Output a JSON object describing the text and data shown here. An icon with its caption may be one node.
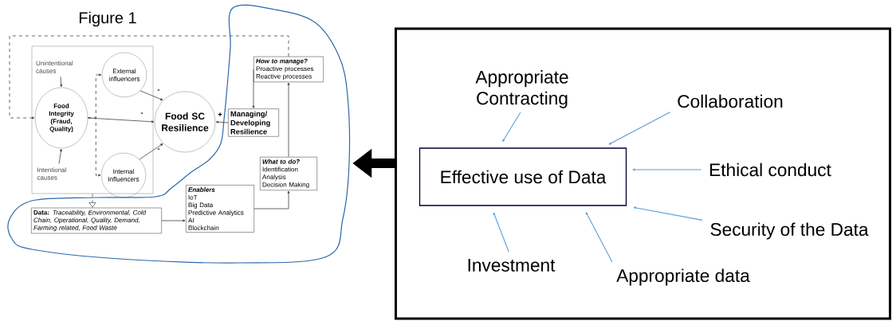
{
  "diagram": {
    "title": "Figure 1",
    "nodes": [
      {
        "text": [],
        "shape": "box"
      },
      {
        "text": [
          "Unintentional causes"
        ],
        "in": 0
      },
      {
        "text": [
          "External influencers"
        ],
        "in": 0
      },
      {
        "text": [
          "Food Integrity (Fraud, Quality)"
        ],
        "in": 0
      },
      {
        "text": [
          "Intentional causes"
        ],
        "in": 0
      },
      {
        "text": [
          "Internal Influencers"
        ],
        "in": 0
      },
      {
        "text": [
          "Food SC Resilience"
        ]
      },
      {
        "text": [
          "Managing/ Developing Resilience"
        ],
        "in": 13
      },
      {
        "text": [
          "How to manage?",
          "Proactive processes",
          "Reactive processes"
        ],
        "in": 13
      },
      {
        "text": [
          "What to do?",
          "Identification",
          "Analysis",
          "Decision Making"
        ],
        "in": 13
      },
      {
        "text": [
          "Enablers",
          "IoT",
          "Big Data",
          "Predictive Analytics",
          "AI",
          "Blockchain"
        ],
        "in": 13
      },
      {
        "text": [
          "**Data:** *Traceability, Environmental, Cold Chain, Operational, Quality, Demand, Farming related, Food Waste*"
        ],
        "in": 13
      },
      {
        "text": [],
        "shape": "box"
      },
      {
        "text": [],
        "shape": "outline"
      },
      {
        "text": [
          "Effective use of Data"
        ],
        "in": 12
      },
      {
        "text": [
          "Appropriate Contracting"
        ],
        "in": 12
      },
      {
        "text": [
          "Collaboration"
        ],
        "in": 12
      },
      {
        "text": [
          "Ethical conduct"
        ],
        "in": 12
      },
      {
        "text": [
          "Security of the Data"
        ],
        "in": 12
      },
      {
        "text": [
          "Appropriate data"
        ],
        "in": 12
      },
      {
        "text": [
          "Investment"
        ],
        "in": 12
      }
    ],
    "edges": [
      {
        "from": 1,
        "to": 3,
        "arrow": "to"
      },
      {
        "from": 4,
        "to": 3,
        "arrow": "to"
      },
      {
        "from": 3,
        "to": 2,
        "arrow": "to",
        "style": "dashed"
      },
      {
        "from": 3,
        "to": 5,
        "arrow": "to",
        "style": "dashed"
      },
      {
        "from": 3,
        "to": 6,
        "arrow": "to",
        "label": "-"
      },
      {
        "from": 2,
        "to": 6,
        "arrow": "to",
        "label": "-"
      },
      {
        "from": 5,
        "to": 6,
        "arrow": "to",
        "label": "-"
      },
      {
        "from": 7,
        "to": 6,
        "arrow": "to",
        "label": "+"
      },
      {
        "from": 8,
        "to": 7,
        "arrow": "to"
      },
      {
        "from": 9,
        "to": 8,
        "arrow": "to"
      },
      {
        "from": 10,
        "to": 9,
        "arrow": "to"
      },
      {
        "from": 11,
        "to": 10,
        "arrow": "to"
      },
      {
        "from": 8,
        "to": 3,
        "arrow": "to",
        "style": "dashed"
      },
      {
        "from": 0,
        "to": 11,
        "arrow": "to",
        "style": "dashed"
      },
      {
        "from": 12,
        "to": 13,
        "arrow": "to",
        "style": "thick"
      },
      {
        "from": 15,
        "to": 14,
        "arrow": "to",
        "color": "#5b9bd5"
      },
      {
        "from": 16,
        "to": 14,
        "arrow": "to",
        "color": "#5b9bd5"
      },
      {
        "from": 17,
        "to": 14,
        "arrow": "to",
        "color": "#5b9bd5"
      },
      {
        "from": 18,
        "to": 14,
        "arrow": "to",
        "color": "#5b9bd5"
      },
      {
        "from": 19,
        "to": 14,
        "arrow": "to",
        "color": "#5b9bd5"
      },
      {
        "from": 20,
        "to": 14,
        "arrow": "to",
        "color": "#5b9bd5"
      }
    ]
  }
}
